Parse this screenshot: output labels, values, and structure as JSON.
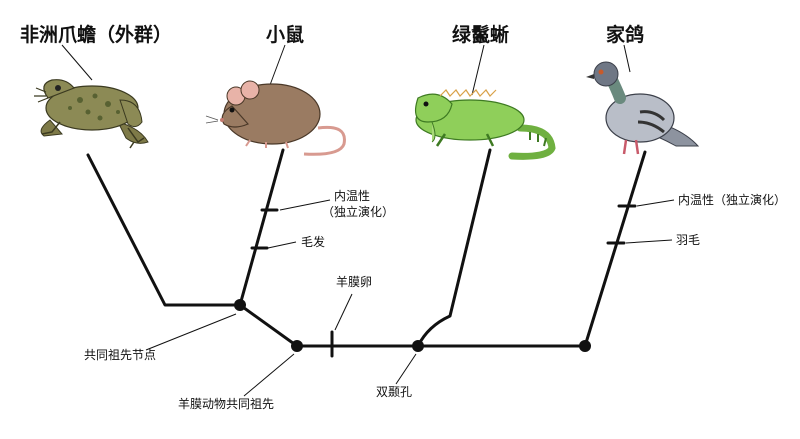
{
  "taxa": {
    "frog": "非洲爪蟾（外群）",
    "mouse": "小鼠",
    "lizard": "绿鬣蜥",
    "pigeon": "家鸽"
  },
  "traits": {
    "endothermy_mouse_line1": "内温性",
    "endothermy_mouse_line2": "（独立演化）",
    "hair": "毛发",
    "amniotic_egg": "羊膜卵",
    "endothermy_bird": "内温性（独立演化）",
    "feathers": "羽毛"
  },
  "nodes": {
    "common_ancestor_node": "共同祖先节点",
    "amniote_ancestor": "羊膜动物共同祖先",
    "diapsid": "双颞孔"
  },
  "colors": {
    "line": "#111111",
    "frog_body": "#8c8a55",
    "frog_spots": "#4f5a2c",
    "mouse_body": "#9a7b62",
    "mouse_ear": "#e8b3a8",
    "lizard_body": "#8fcf5a",
    "lizard_dark": "#3e7a22",
    "pigeon_body": "#b9bec8",
    "pigeon_head": "#6f7785",
    "pigeon_neck": "#6a8a7e"
  }
}
